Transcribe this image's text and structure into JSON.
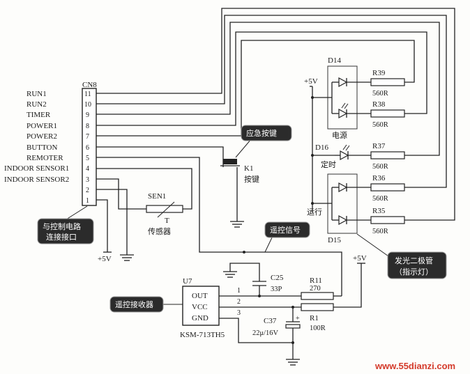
{
  "connector": {
    "name": "CN8",
    "pins": [
      {
        "num": "11",
        "label": "RUN1"
      },
      {
        "num": "10",
        "label": "RUN2"
      },
      {
        "num": "9",
        "label": "TIMER"
      },
      {
        "num": "8",
        "label": "POWER1"
      },
      {
        "num": "7",
        "label": "POWER2"
      },
      {
        "num": "6",
        "label": "BUTTON"
      },
      {
        "num": "5",
        "label": "REMOTER"
      },
      {
        "num": "4",
        "label": "INDOOR SENSOR1"
      },
      {
        "num": "3",
        "label": "INDOOR SENSOR2"
      },
      {
        "num": "2",
        "label": ""
      },
      {
        "num": "1",
        "label": ""
      }
    ]
  },
  "callouts": {
    "connector": [
      "与控制电路",
      "连接接口"
    ],
    "button": "应急按键",
    "remote_signal": "遥控信号",
    "receiver": "遥控接收器",
    "leds": [
      "发光二极管",
      "（指示灯）"
    ]
  },
  "parts": {
    "d14": "D14",
    "d15": "D15",
    "d16": "D16",
    "r39": {
      "ref": "R39",
      "value": "560R"
    },
    "r38": {
      "ref": "R38",
      "value": "560R"
    },
    "r37": {
      "ref": "R37",
      "value": "560R"
    },
    "r36": {
      "ref": "R36",
      "value": "560R"
    },
    "r35": {
      "ref": "R35",
      "value": "560R"
    },
    "power_label": "电源",
    "timer_label": "定时",
    "run_label": "运行",
    "vplus": "+5V",
    "k1": {
      "ref": "K1",
      "name": "按键"
    },
    "sen1": {
      "ref": "SEN1",
      "t": "T",
      "name": "传感器"
    },
    "u7": {
      "ref": "U7",
      "model": "KSM-713TH5",
      "pins": [
        {
          "name": "OUT",
          "num": "1"
        },
        {
          "name": "VCC",
          "num": "2"
        },
        {
          "name": "GND",
          "num": "3"
        }
      ]
    },
    "c25": {
      "ref": "C25",
      "value": "33P"
    },
    "r11": {
      "ref": "R11",
      "value": "270"
    },
    "r1": {
      "ref": "R1",
      "value": "100R"
    },
    "c37": {
      "ref": "C37",
      "value": "22μ/16V"
    }
  },
  "watermark": "www.55dianzi.com"
}
